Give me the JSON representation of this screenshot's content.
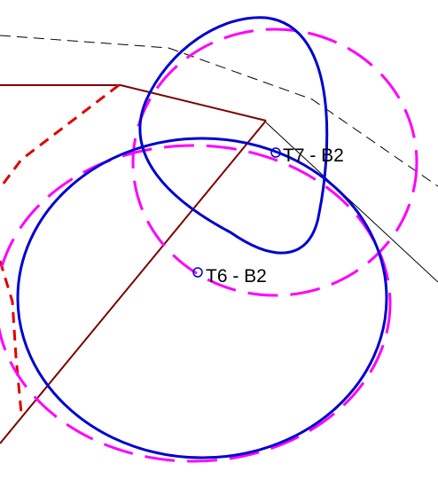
{
  "colors": {
    "background": "#ffffff",
    "outline_dashed": "#000000",
    "outline_solid": "#000000",
    "wall": "#7b0000",
    "wall_dashed": "#e00000",
    "contour_solid": "#0000d0",
    "contour_dashed": "#ff00ff",
    "label": "#000000"
  },
  "points": [
    {
      "id": "T7",
      "label": "T7 - B2"
    },
    {
      "id": "T6",
      "label": "T6 - B2"
    }
  ]
}
